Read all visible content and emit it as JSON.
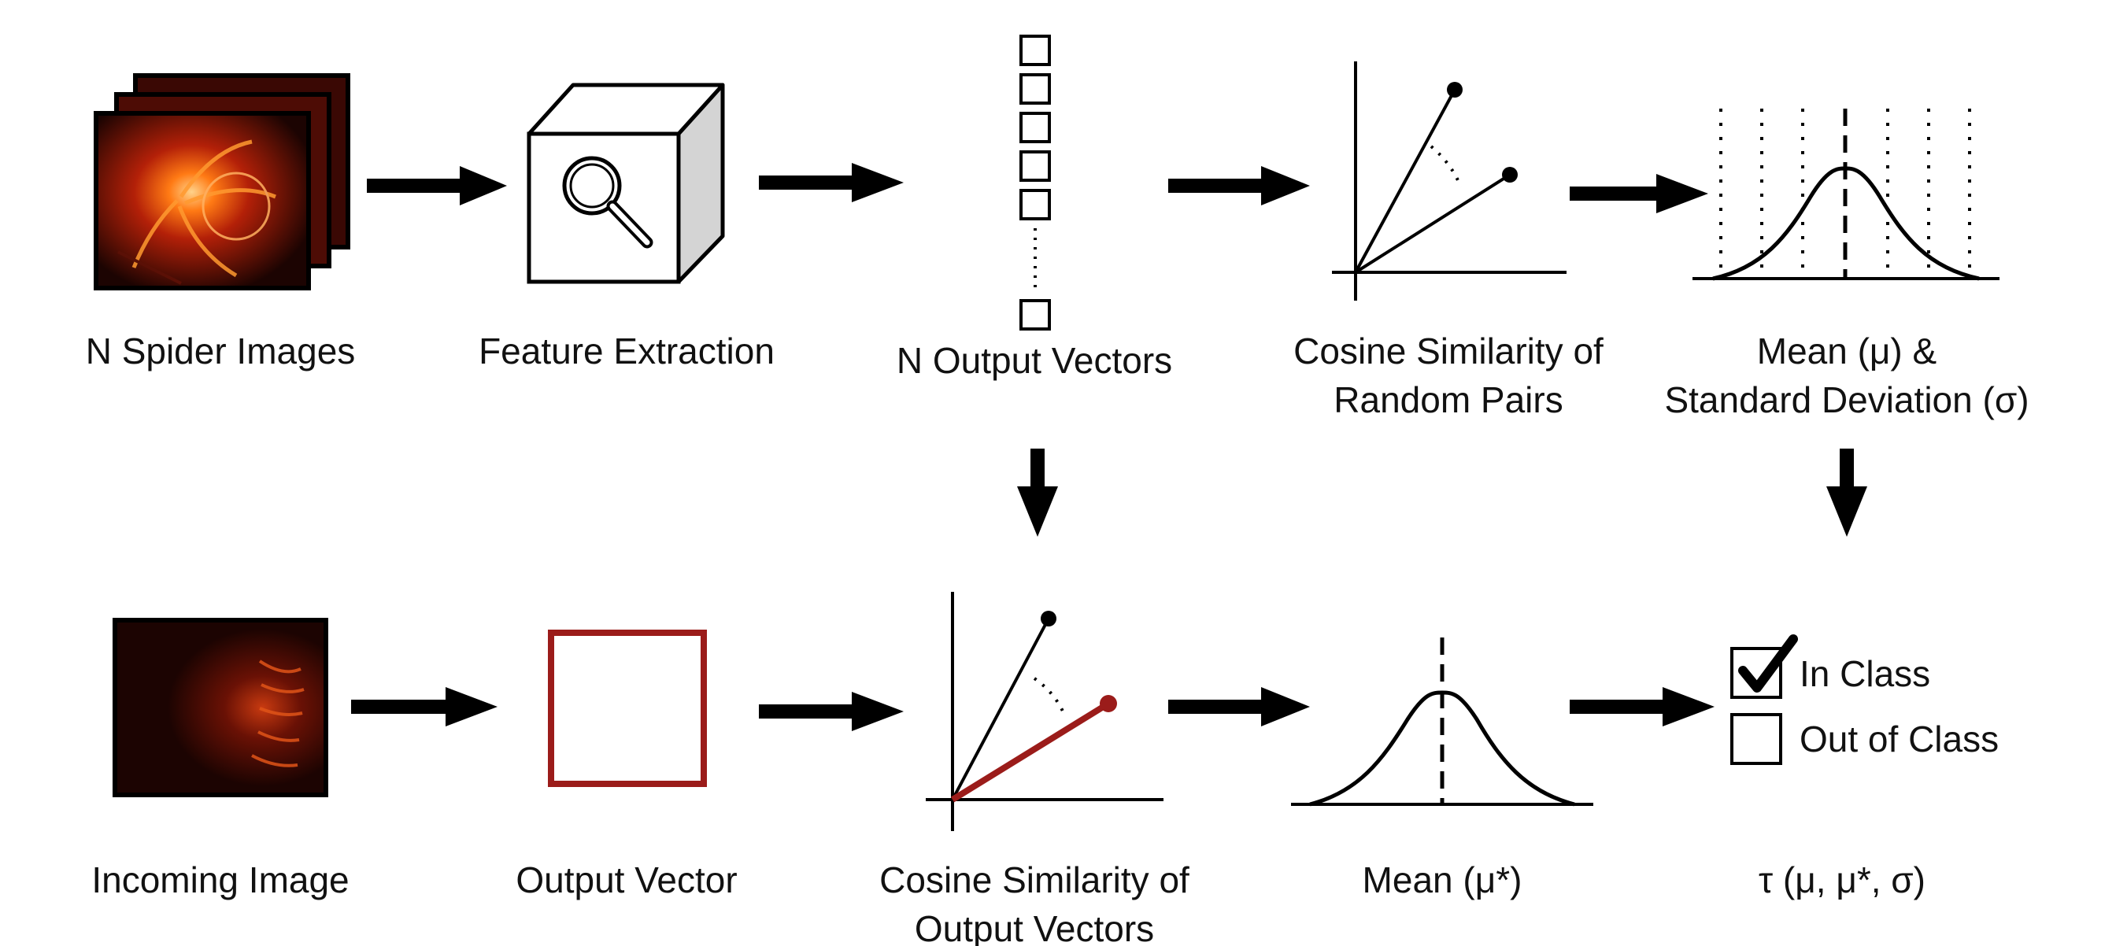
{
  "colors": {
    "ink": "#000000",
    "accent": "#9b1c1a",
    "cube_side": "#d4d4d4",
    "image_dark": "#1c0402",
    "image_glow": "#ff7a14"
  },
  "icons": {
    "feature_extraction": "magnifier-icon",
    "in_class": "checkbox-checked-icon",
    "out_of_class": "checkbox-empty-icon"
  },
  "top_row": {
    "spider_images": "N Spider Images",
    "feature_extraction": "Feature Extraction",
    "output_vectors": "N Output Vectors",
    "cosine_random_pairs": [
      "Cosine Similarity of",
      "Random Pairs"
    ],
    "mean_std": [
      "Mean (μ) &",
      "Standard Deviation (σ)"
    ]
  },
  "bottom_row": {
    "incoming_image": "Incoming Image",
    "output_vector": "Output Vector",
    "cosine_output_vectors": [
      "Cosine Similarity of",
      "Output Vectors"
    ],
    "mean_star": "Mean (μ*)",
    "tau": "τ (μ, μ*, σ)"
  },
  "decision": {
    "in_class": "In Class",
    "out_of_class": "Out of Class"
  }
}
